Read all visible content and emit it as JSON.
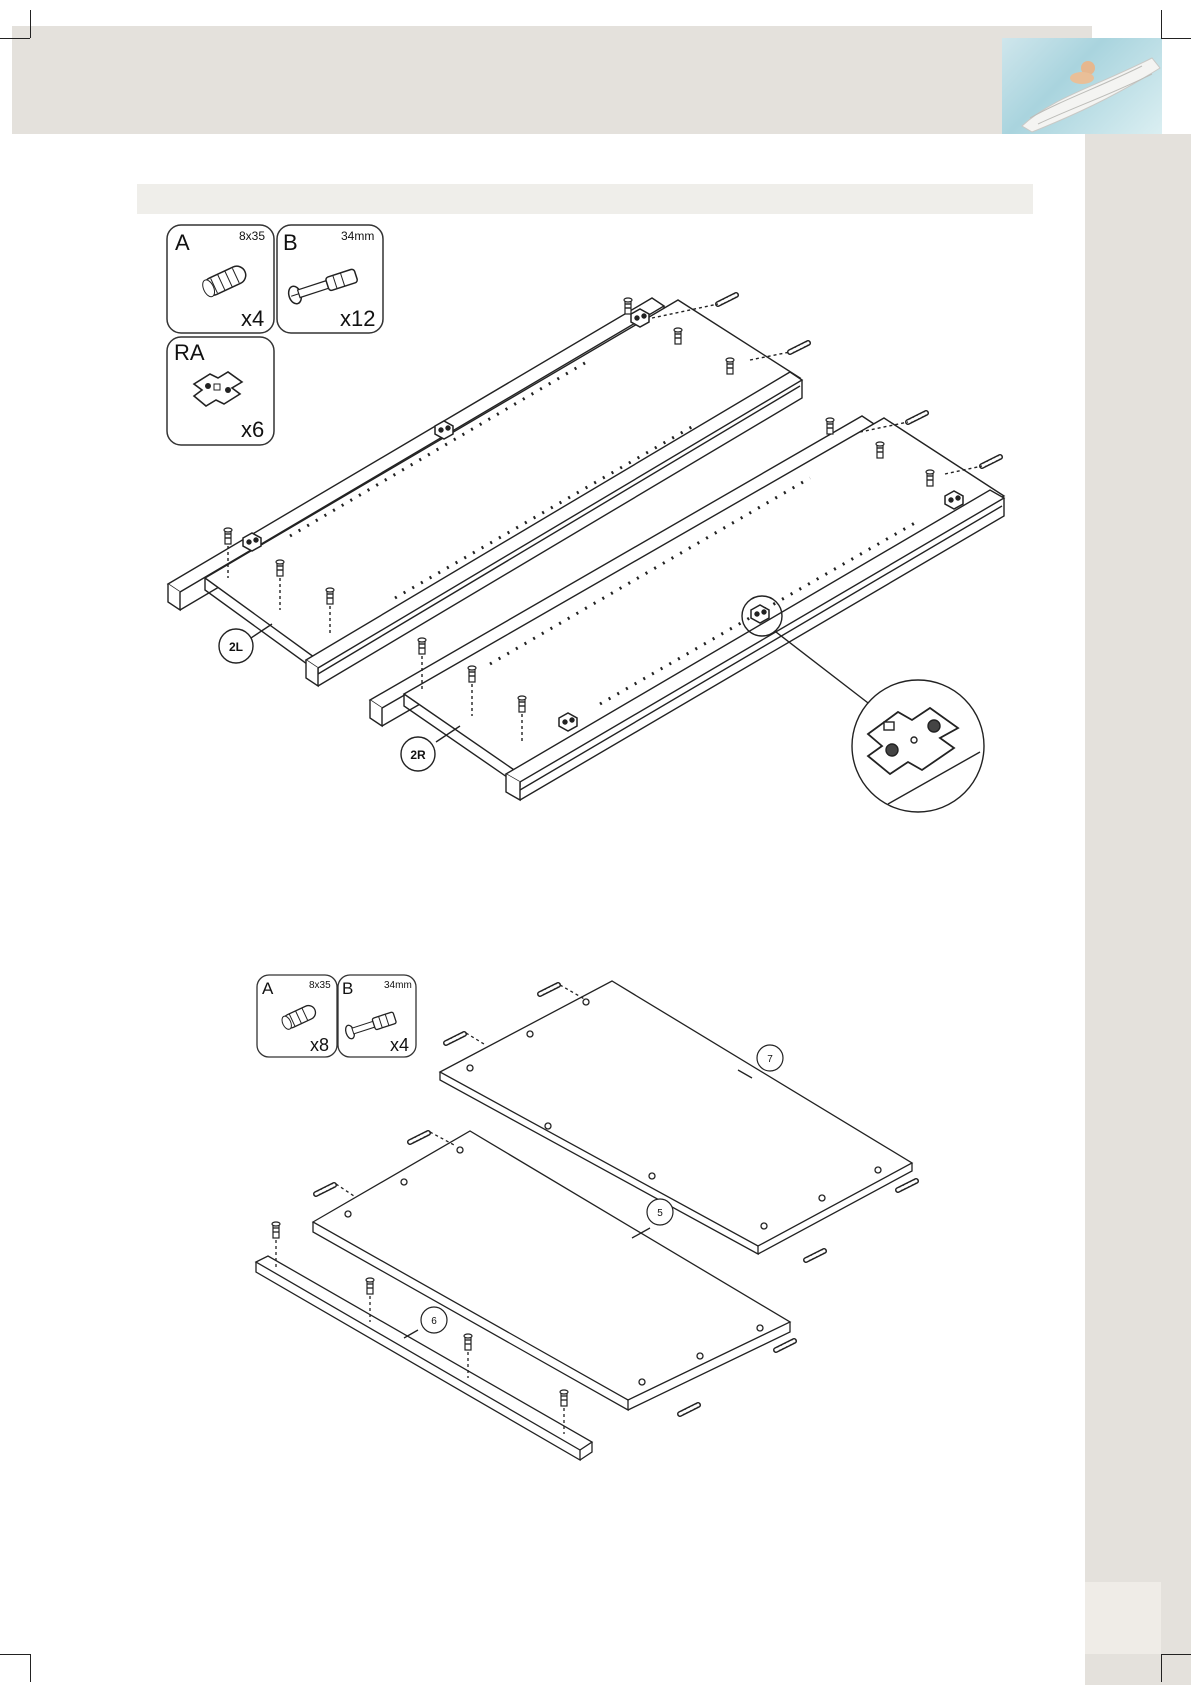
{
  "step1": {
    "parts": [
      {
        "letter": "A",
        "spec": "8x35",
        "qty": "x4"
      },
      {
        "letter": "B",
        "spec": "34mm",
        "qty": "x12"
      },
      {
        "letter": "RA",
        "spec": "",
        "qty": "x6"
      }
    ],
    "panel_labels": [
      "2L",
      "2R"
    ]
  },
  "step2": {
    "parts": [
      {
        "letter": "A",
        "spec": "8x35",
        "qty": "x8"
      },
      {
        "letter": "B",
        "spec": "34mm",
        "qty": "x4"
      }
    ],
    "panel_labels": [
      "7",
      "5",
      "6"
    ]
  },
  "colors": {
    "header_band": "#e4e1dc",
    "line": "#222222",
    "title_bar": "#efeeea"
  },
  "icons": [
    "wooden-dowel-icon",
    "cam-bolt-icon",
    "hinge-plate-icon",
    "corner-crop-mark-icon"
  ]
}
